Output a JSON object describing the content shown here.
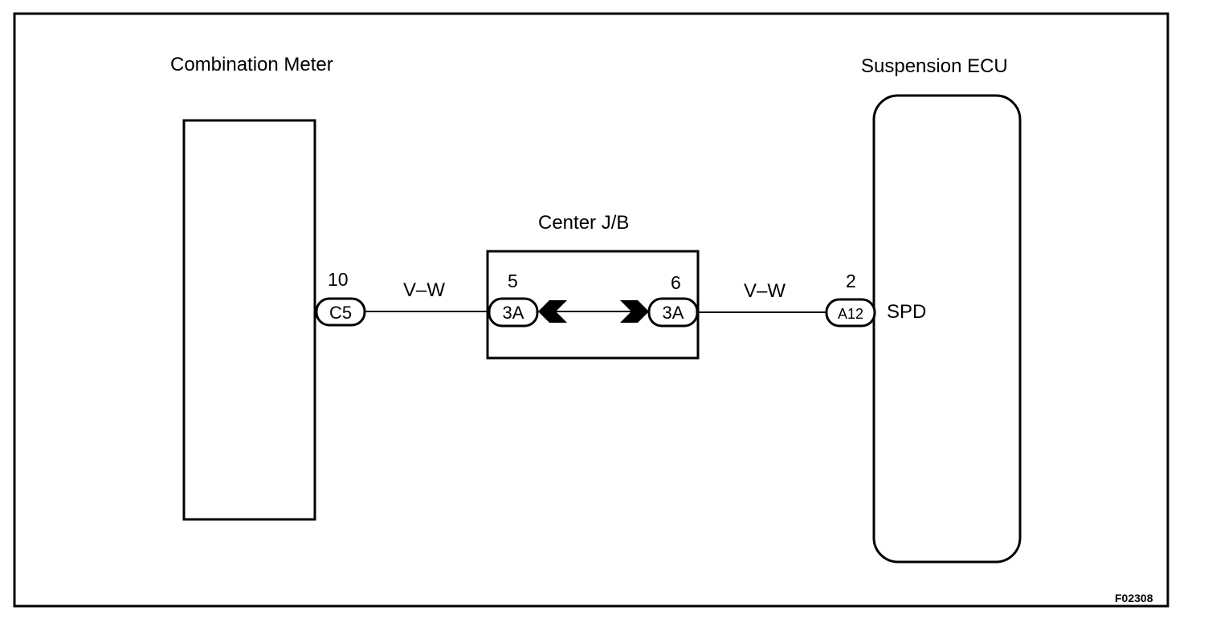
{
  "figure_code": "F02308",
  "components": {
    "combination_meter": {
      "label": "Combination Meter"
    },
    "suspension_ecu": {
      "label": "Suspension ECU",
      "terminal": "SPD"
    },
    "center_jb": {
      "label": "Center J/B"
    }
  },
  "connectors": {
    "meter": {
      "pin": "10",
      "id": "C5"
    },
    "jb_left": {
      "pin": "5",
      "id": "3A"
    },
    "jb_right": {
      "pin": "6",
      "id": "3A"
    },
    "ecu": {
      "pin": "2",
      "id": "A12"
    }
  },
  "wires": {
    "left": {
      "color_code": "V–W"
    },
    "right": {
      "color_code": "V–W"
    }
  }
}
